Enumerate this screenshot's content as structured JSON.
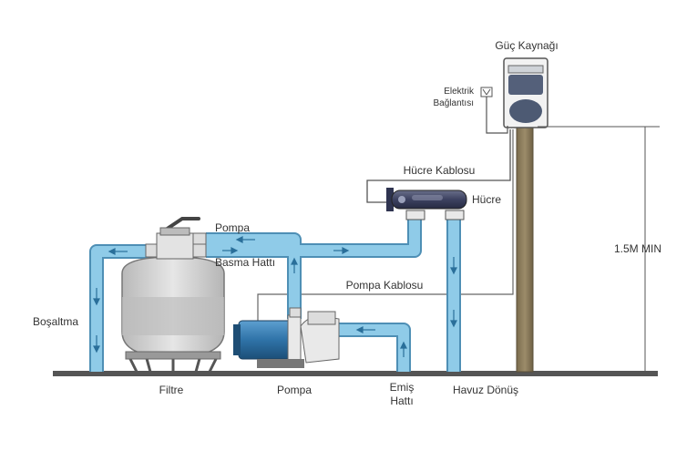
{
  "labels": {
    "power_supply": "Güç Kaynağı",
    "electrical_connection_line1": "Elektrik",
    "electrical_connection_line2": "Bağlantısı",
    "cell_cable": "Hücre Kablosu",
    "cell": "Hücre",
    "pump_top": "Pompa",
    "discharge_line": "Basma Hattı",
    "pump_cable": "Pompa Kablosu",
    "drain": "Boşaltma",
    "min_height": "1.5M MIN",
    "filter": "Filtre",
    "pump": "Pompa",
    "suction_line1": "Emiş",
    "suction_line2": "Hattı",
    "pool_return": "Havuz Dönüş"
  },
  "colors": {
    "pipe": "#8fcbe8",
    "pipe_edge": "#4e8fb5",
    "flow_arrow": "#2a6f9a",
    "post": "#8b7b5b",
    "ground": "#555555",
    "tank": "#cfcfcf",
    "pump_body": "#2f73a8",
    "cable": "#666666"
  },
  "icons": {
    "flow": "arrow-icon",
    "electrical_box": "electrical-box-icon"
  }
}
